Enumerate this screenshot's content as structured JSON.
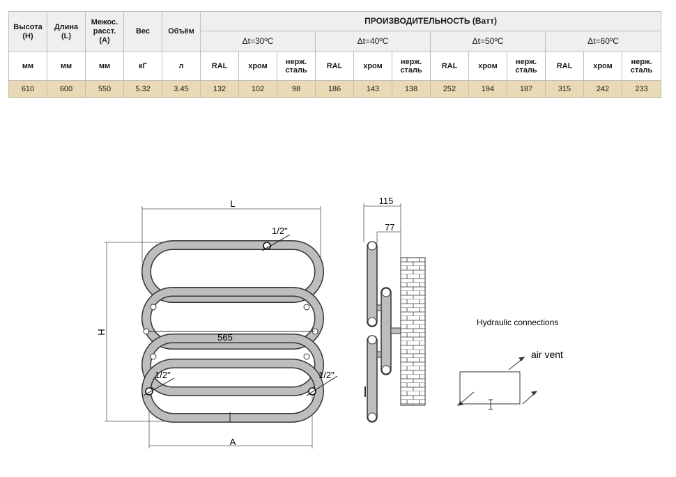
{
  "table": {
    "headers": [
      {
        "label": "Высота\n(H)"
      },
      {
        "label": "Длина\n(L)"
      },
      {
        "label": "Межос.\nрасст.\n(A)"
      },
      {
        "label": "Вес"
      },
      {
        "label": "Объём"
      }
    ],
    "perf_title": "ПРОИЗВОДИТЕЛЬНОСТЬ (Ватт)",
    "deltas": [
      "Δt=30ºC",
      "Δt=40ºC",
      "Δt=50ºC",
      "Δt=60ºC"
    ],
    "units": [
      "мм",
      "мм",
      "мм",
      "кГ",
      "л",
      "RAL",
      "хром",
      "нерж.\nсталь",
      "RAL",
      "хром",
      "нерж.\nсталь",
      "RAL",
      "хром",
      "нерж.\nсталь",
      "RAL",
      "хром",
      "нерж.\nсталь"
    ],
    "values": [
      "610",
      "600",
      "550",
      "5.32",
      "3.45",
      "132",
      "102",
      "98",
      "186",
      "143",
      "138",
      "252",
      "194",
      "187",
      "315",
      "242",
      "233"
    ]
  },
  "drawing": {
    "label_L": "L",
    "label_H": "H",
    "label_A": "A",
    "label_565": "565",
    "thread_top": "1/2\"",
    "thread_left": "1/2\"",
    "thread_right": "1/2\"",
    "side_115": "115",
    "side_77": "77",
    "hydraulic_title": "Hydraulic connections",
    "air_vent": "air vent"
  }
}
